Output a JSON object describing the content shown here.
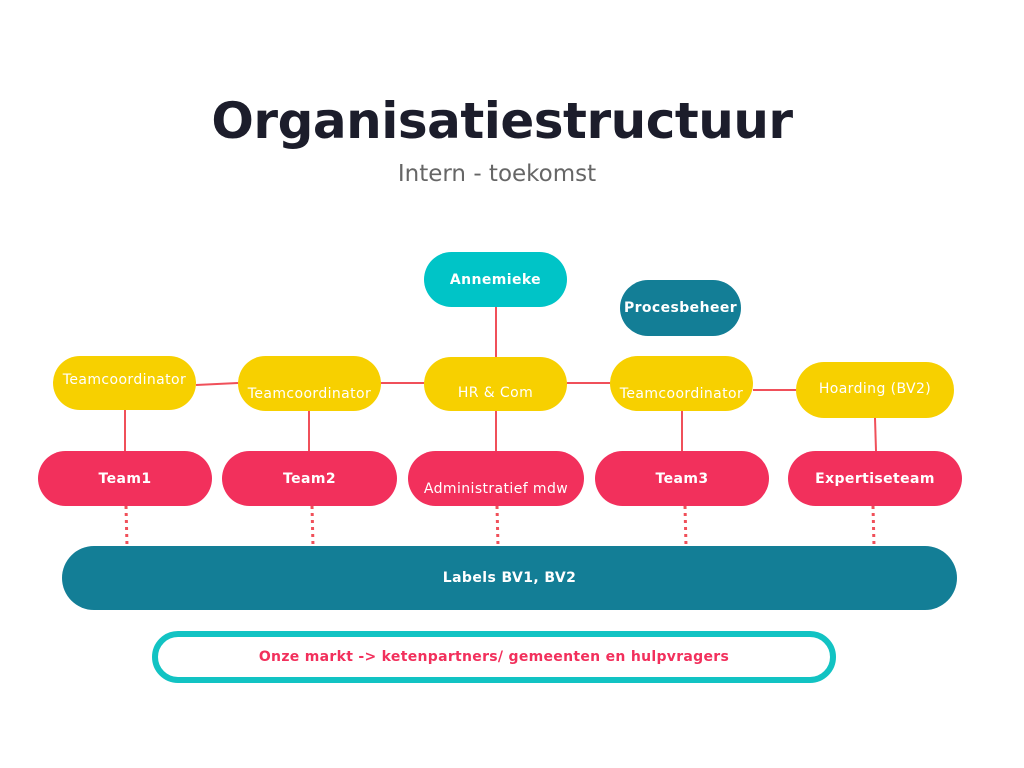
{
  "title": "Organisatiestructuur",
  "subtitle": "Intern - toekomst",
  "top": {
    "lead": "Annemieke",
    "process": "Procesbeheer"
  },
  "coordinators": [
    "Teamcoordinator",
    "Teamcoordinator",
    "HR & Com",
    "Teamcoordinator",
    "Hoarding (BV2)"
  ],
  "teams": [
    "Team1",
    "Team2",
    "Administratief mdw",
    "Team3",
    "Expertiseteam"
  ],
  "labels_bar": "Labels BV1, BV2",
  "market": "Onze markt -> ketenpartners/ gemeenten en hulpvragers",
  "colors": {
    "coordinator": "#f7d000",
    "team": "#f2305c",
    "lead": "#00c4c7",
    "bar": "#137e96",
    "connector": "#f0505a",
    "market_border": "#12c3c3",
    "market_text": "#f2305c"
  }
}
